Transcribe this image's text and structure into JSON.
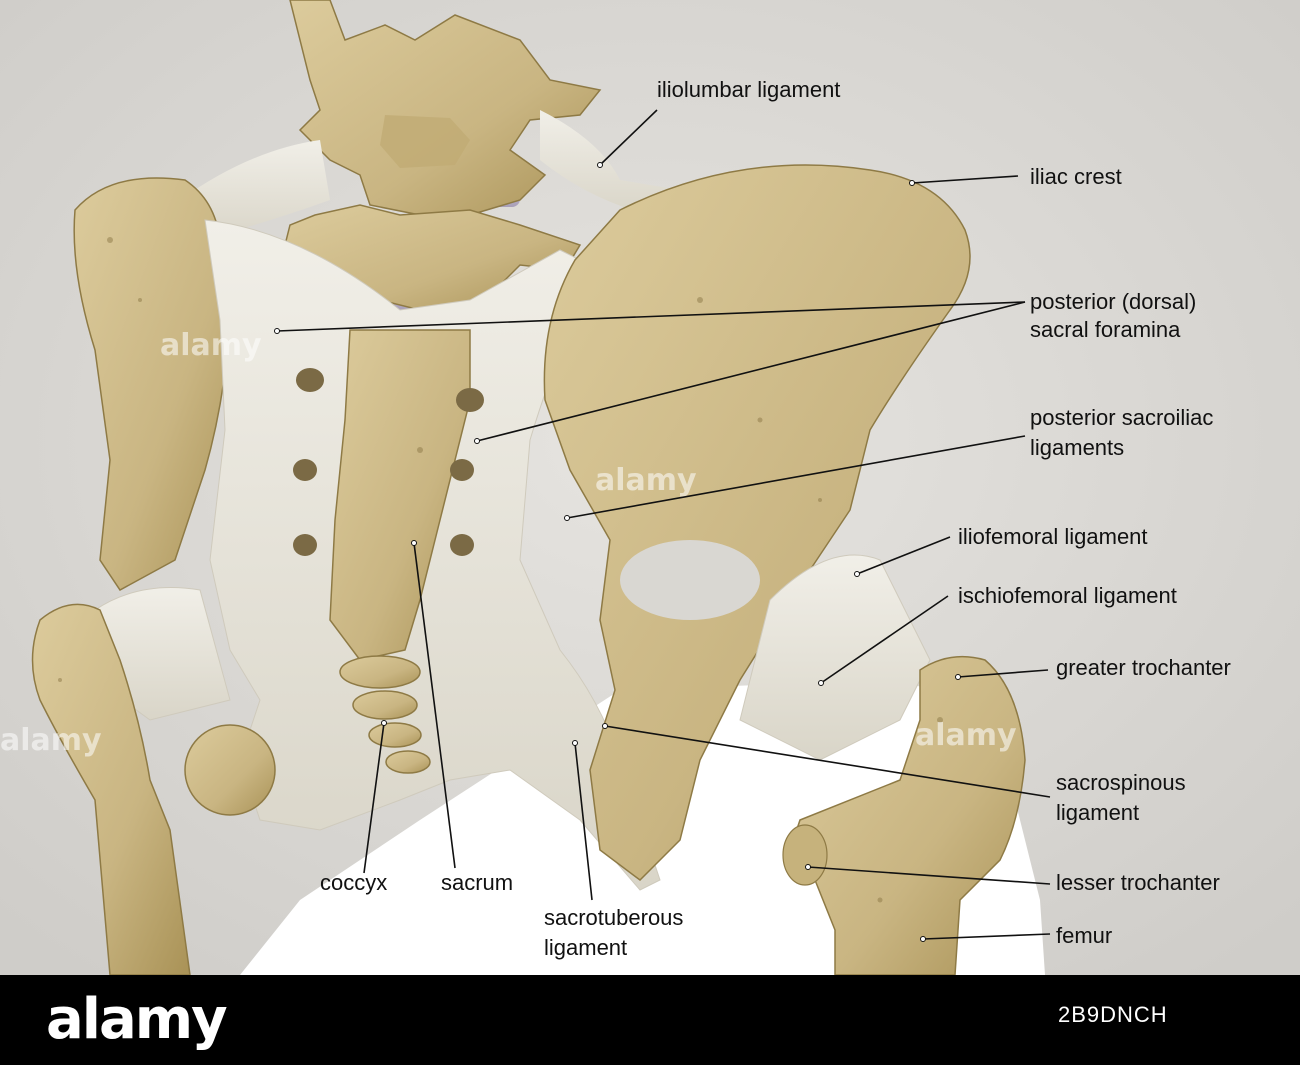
{
  "labels": {
    "iliolumbar": "iliolumbar ligament",
    "iliac_crest": "iliac crest",
    "foramina_1": "posterior (dorsal)",
    "foramina_2": "sacral foramina",
    "post_sacroiliac_1": "posterior sacroiliac",
    "post_sacroiliac_2": "ligaments",
    "iliofemoral": "iliofemoral ligament",
    "ischiofemoral": "ischiofemoral ligament",
    "greater_trochanter": "greater trochanter",
    "sacrospinous_1": "sacrospinous",
    "sacrospinous_2": "ligament",
    "lesser_trochanter": "lesser trochanter",
    "femur": "femur",
    "coccyx": "coccyx",
    "sacrum": "sacrum",
    "sacrotuberous_1": "sacrotuberous",
    "sacrotuberous_2": "ligament"
  },
  "footer": {
    "brand": "alamy",
    "image_code": "2B9DNCH"
  },
  "watermark": "alamy",
  "colors": {
    "bone": "#cdbb8c",
    "bone_dark": "#a48f58",
    "ligament": "#e9e6dc",
    "background": "#dcdad6",
    "leader_line": "#111111",
    "footer": "#000000"
  }
}
